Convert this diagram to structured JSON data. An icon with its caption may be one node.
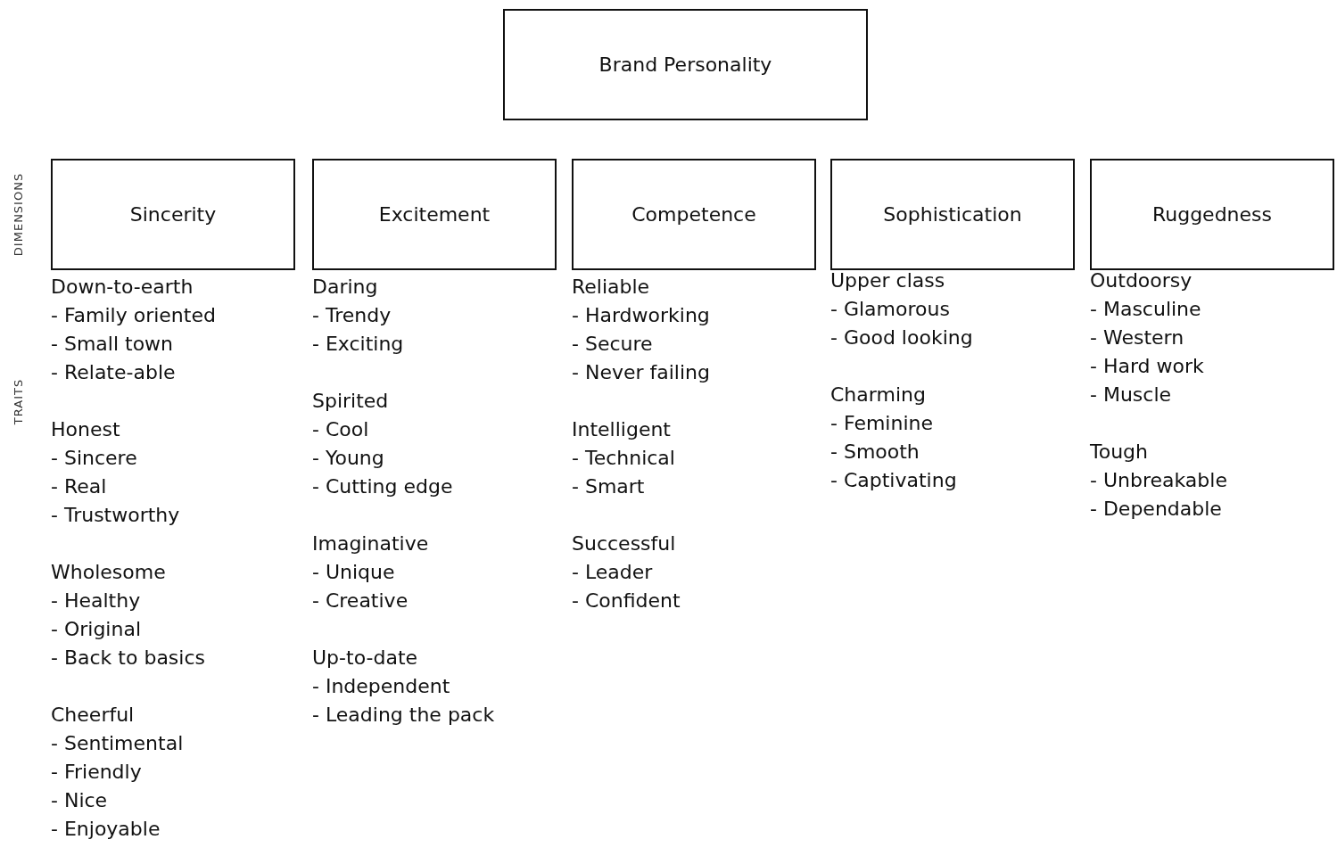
{
  "diagram": {
    "nodes": [
      {
        "text": [
          "Brand Personality"
        ]
      },
      {
        "text": [
          "Sincerity"
        ],
        "beside": [
          "Down-to-earth - Family oriented - Small town - Relate-able",
          "Honest - Sincere - Real - Trustworthy",
          "Wholesome - Healthy - Original - Back to basics",
          "Cheerful - Sentimental - Friendly - Nice - Enjoyable"
        ]
      },
      {
        "text": [
          "Excitement"
        ],
        "beside": [
          "Daring - Trendy - Exciting",
          "Spirited - Cool - Young - Cutting edge",
          "Imaginative - Unique - Creative",
          "Up-to-date - Independent - Leading the pack"
        ]
      },
      {
        "text": [
          "Competence"
        ],
        "beside": [
          "Reliable - Hardworking - Secure - Never failing",
          "Intelligent - Technical - Smart",
          "Successful - Leader - Confident"
        ]
      },
      {
        "text": [
          "Sophistication"
        ],
        "beside": [
          "Upper class - Glamorous - Good looking",
          "Charming - Feminine - Smooth - Captivating"
        ]
      },
      {
        "text": [
          "Ruggedness"
        ],
        "beside": [
          "Outdoorsy - Masculine - Western - Hard work - Muscle",
          "Tough - Unbreakable - Dependable"
        ]
      }
    ],
    "labels": [
      "DIMENSIONS",
      "TRAITS"
    ]
  }
}
